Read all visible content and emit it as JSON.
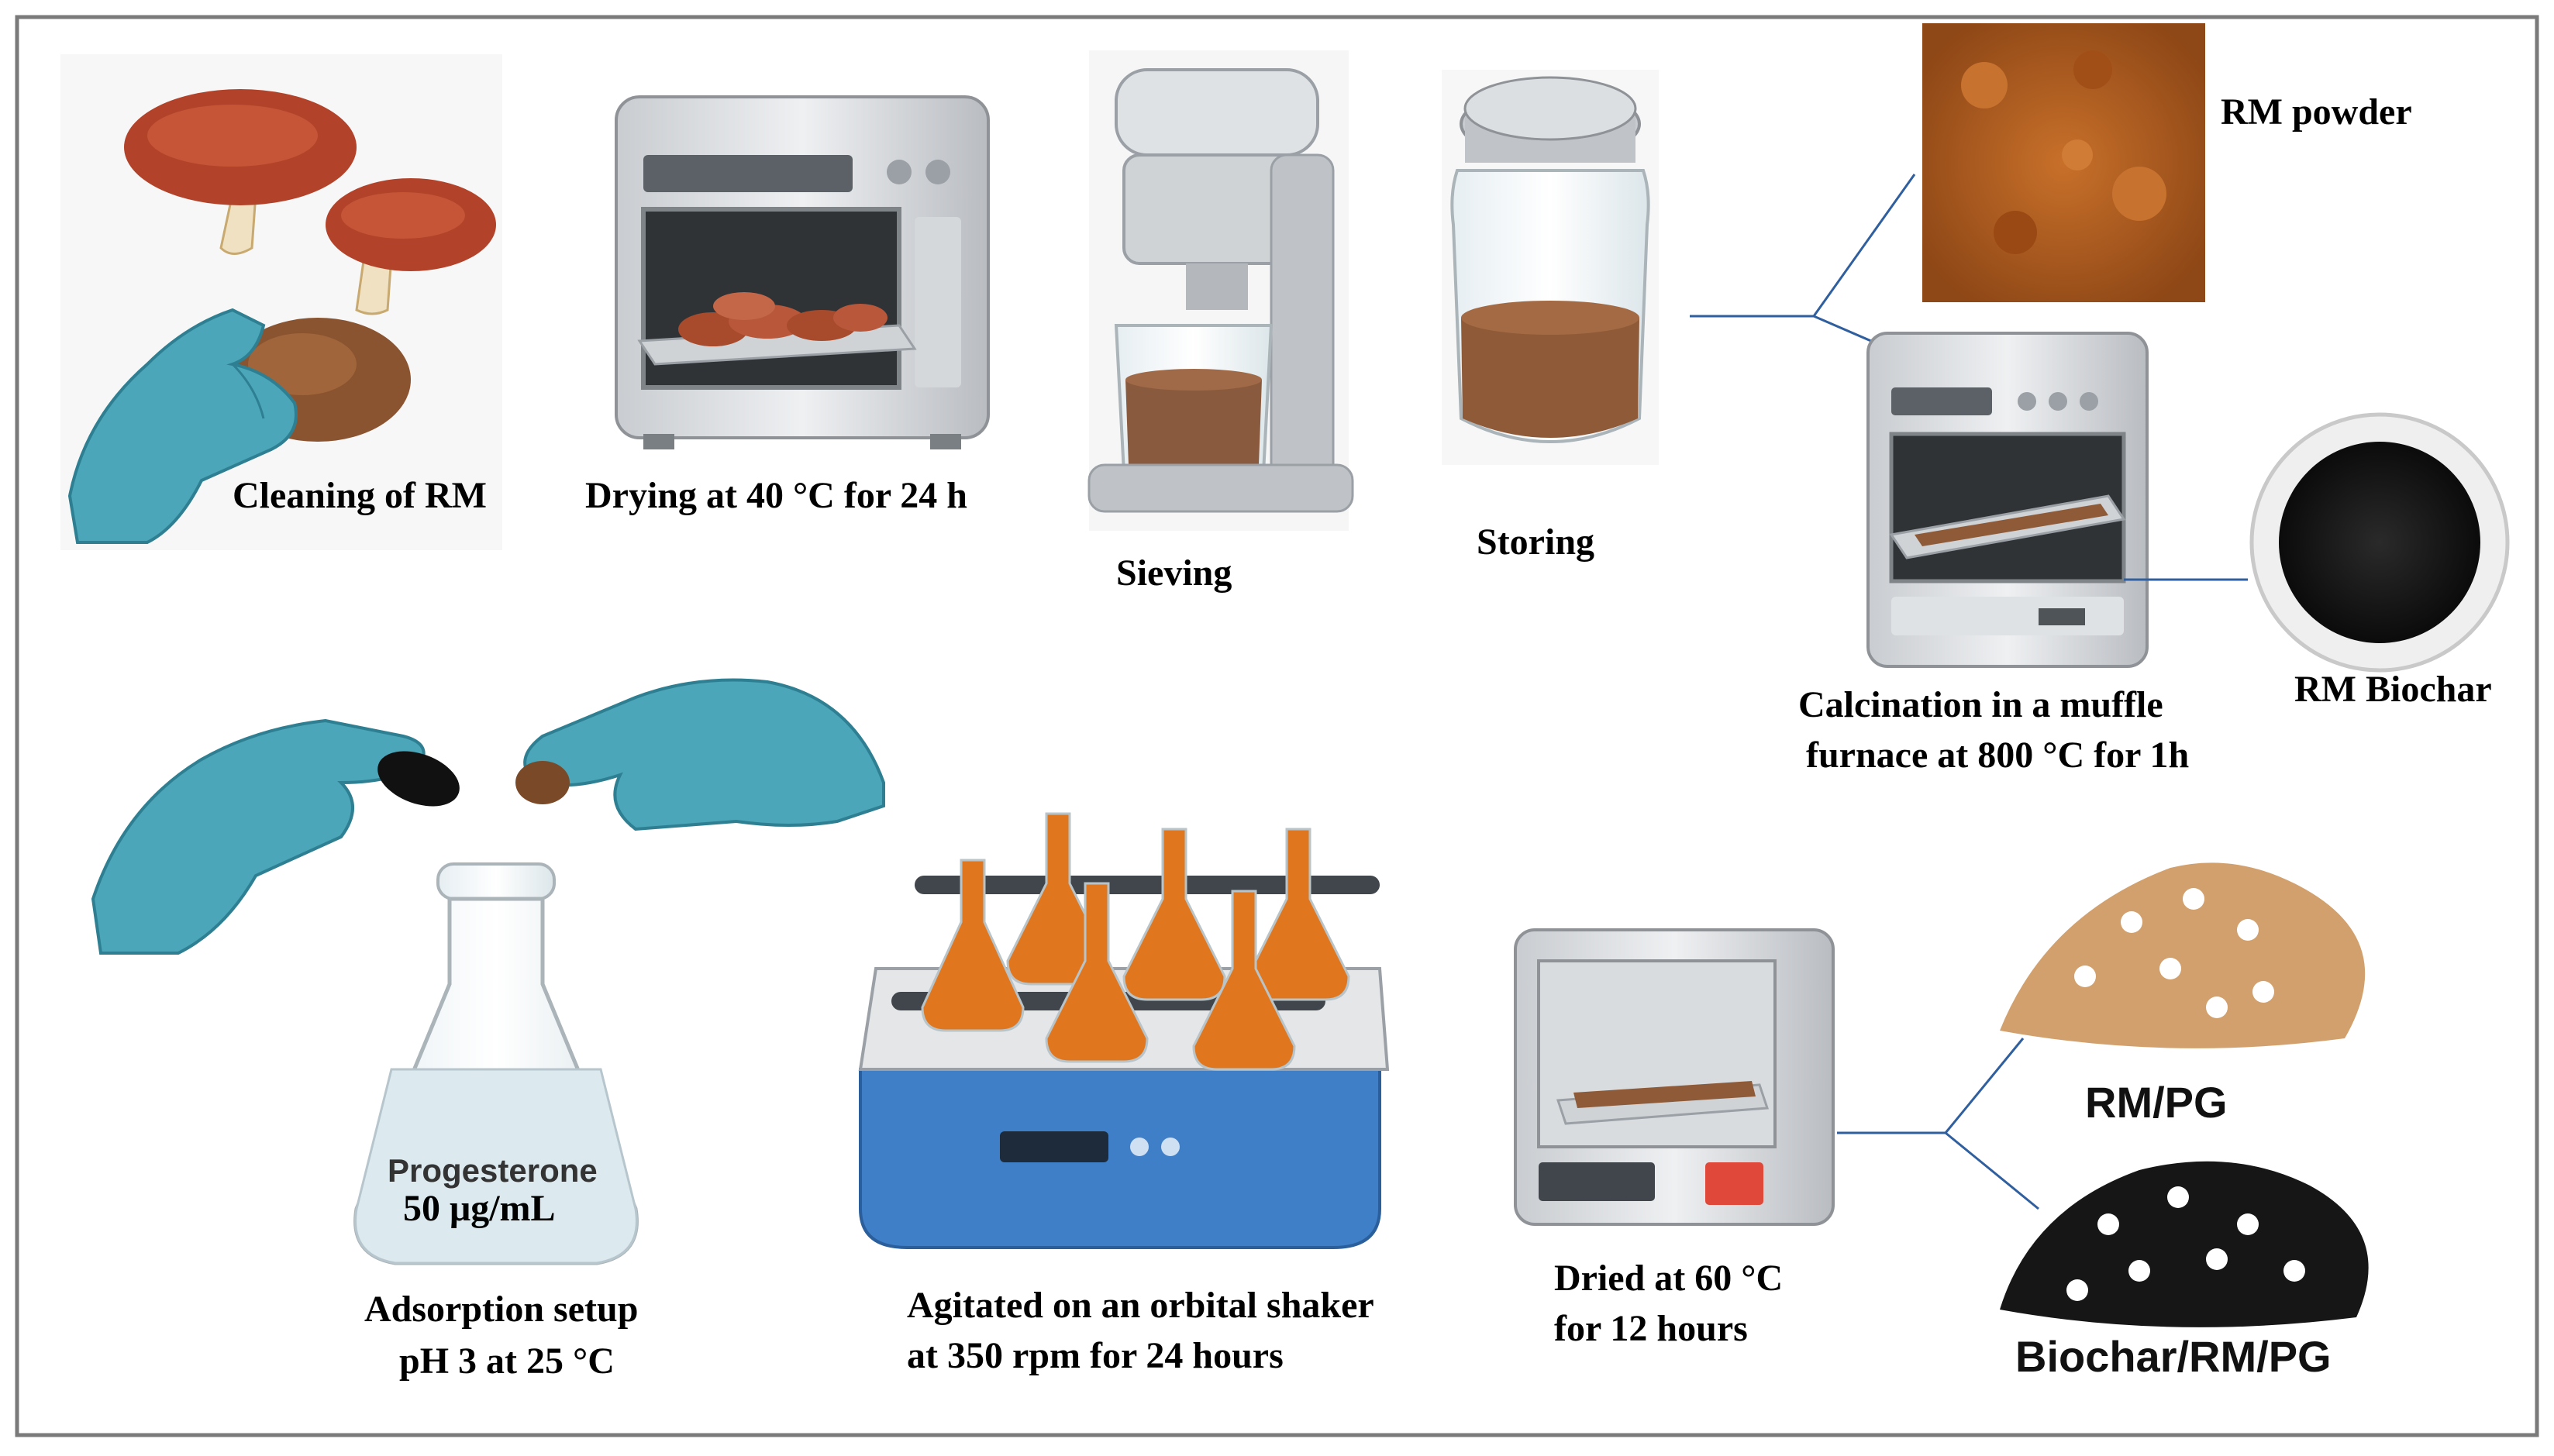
{
  "labels": {
    "cleaning": "Cleaning of RM",
    "drying": "Drying at 40 °C for 24 h",
    "sieving": "Sieving",
    "storing": "Storing",
    "rm_powder": "RM powder",
    "calcination_1": "Calcination in a muffle",
    "calcination_2": "furnace at 800 °C for 1h",
    "rm_biochar": "RM Biochar",
    "progesterone": "Progesterone",
    "concentration": "50 μg/mL",
    "adsorption_1": "Adsorption setup",
    "adsorption_2": "pH 3 at 25 °C",
    "agitated_1": "Agitated on an orbital shaker",
    "agitated_2": "at 350 rpm for 24 hours",
    "dried_1": "Dried at 60 °C",
    "dried_2": "for 12 hours",
    "rm_pg": "RM/PG",
    "biochar_rm_pg": "Biochar/RM/PG"
  },
  "colors": {
    "glove": "#4aa6b8",
    "glove_dark": "#2e7f92",
    "mushroom": "#b2432a",
    "rm_powder": "#b5601f",
    "biochar": "#161616",
    "rm_pg_pile": "#d2a06c",
    "liquid_orange": "#e0771e",
    "shaker_blue": "#3e7fc8",
    "frame": "#7a7a7a",
    "connector": "#2f5f9e"
  }
}
